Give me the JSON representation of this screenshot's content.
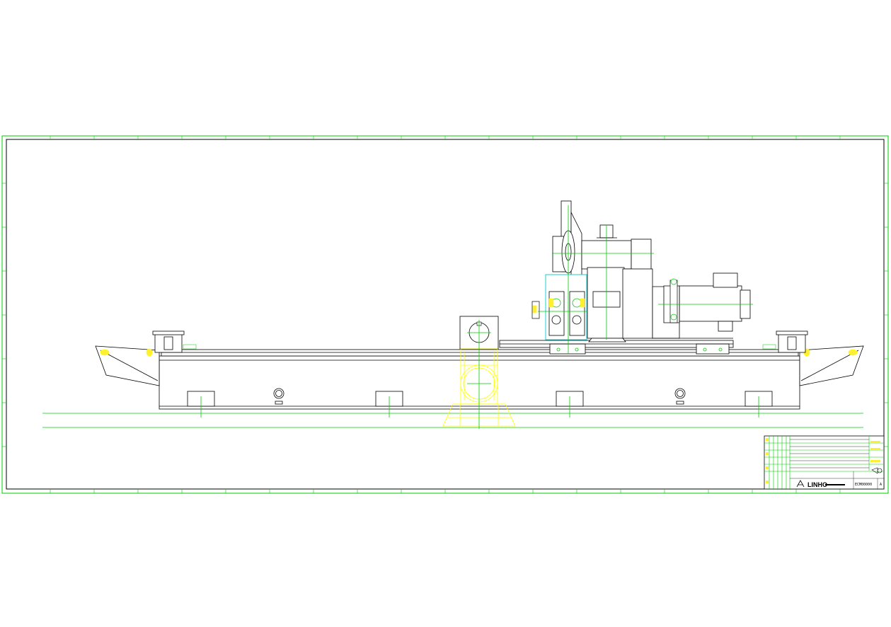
{
  "colors": {
    "background": "#ffffff",
    "outline": "#000000",
    "centerline": "#00cc00",
    "hidden": "#ffff00",
    "highlight": "#00cccc",
    "yellow_fill": "#ffee33"
  },
  "title_block": {
    "logo_text": "LINHO",
    "drawing_number": "ECM00000",
    "revision": "A"
  }
}
